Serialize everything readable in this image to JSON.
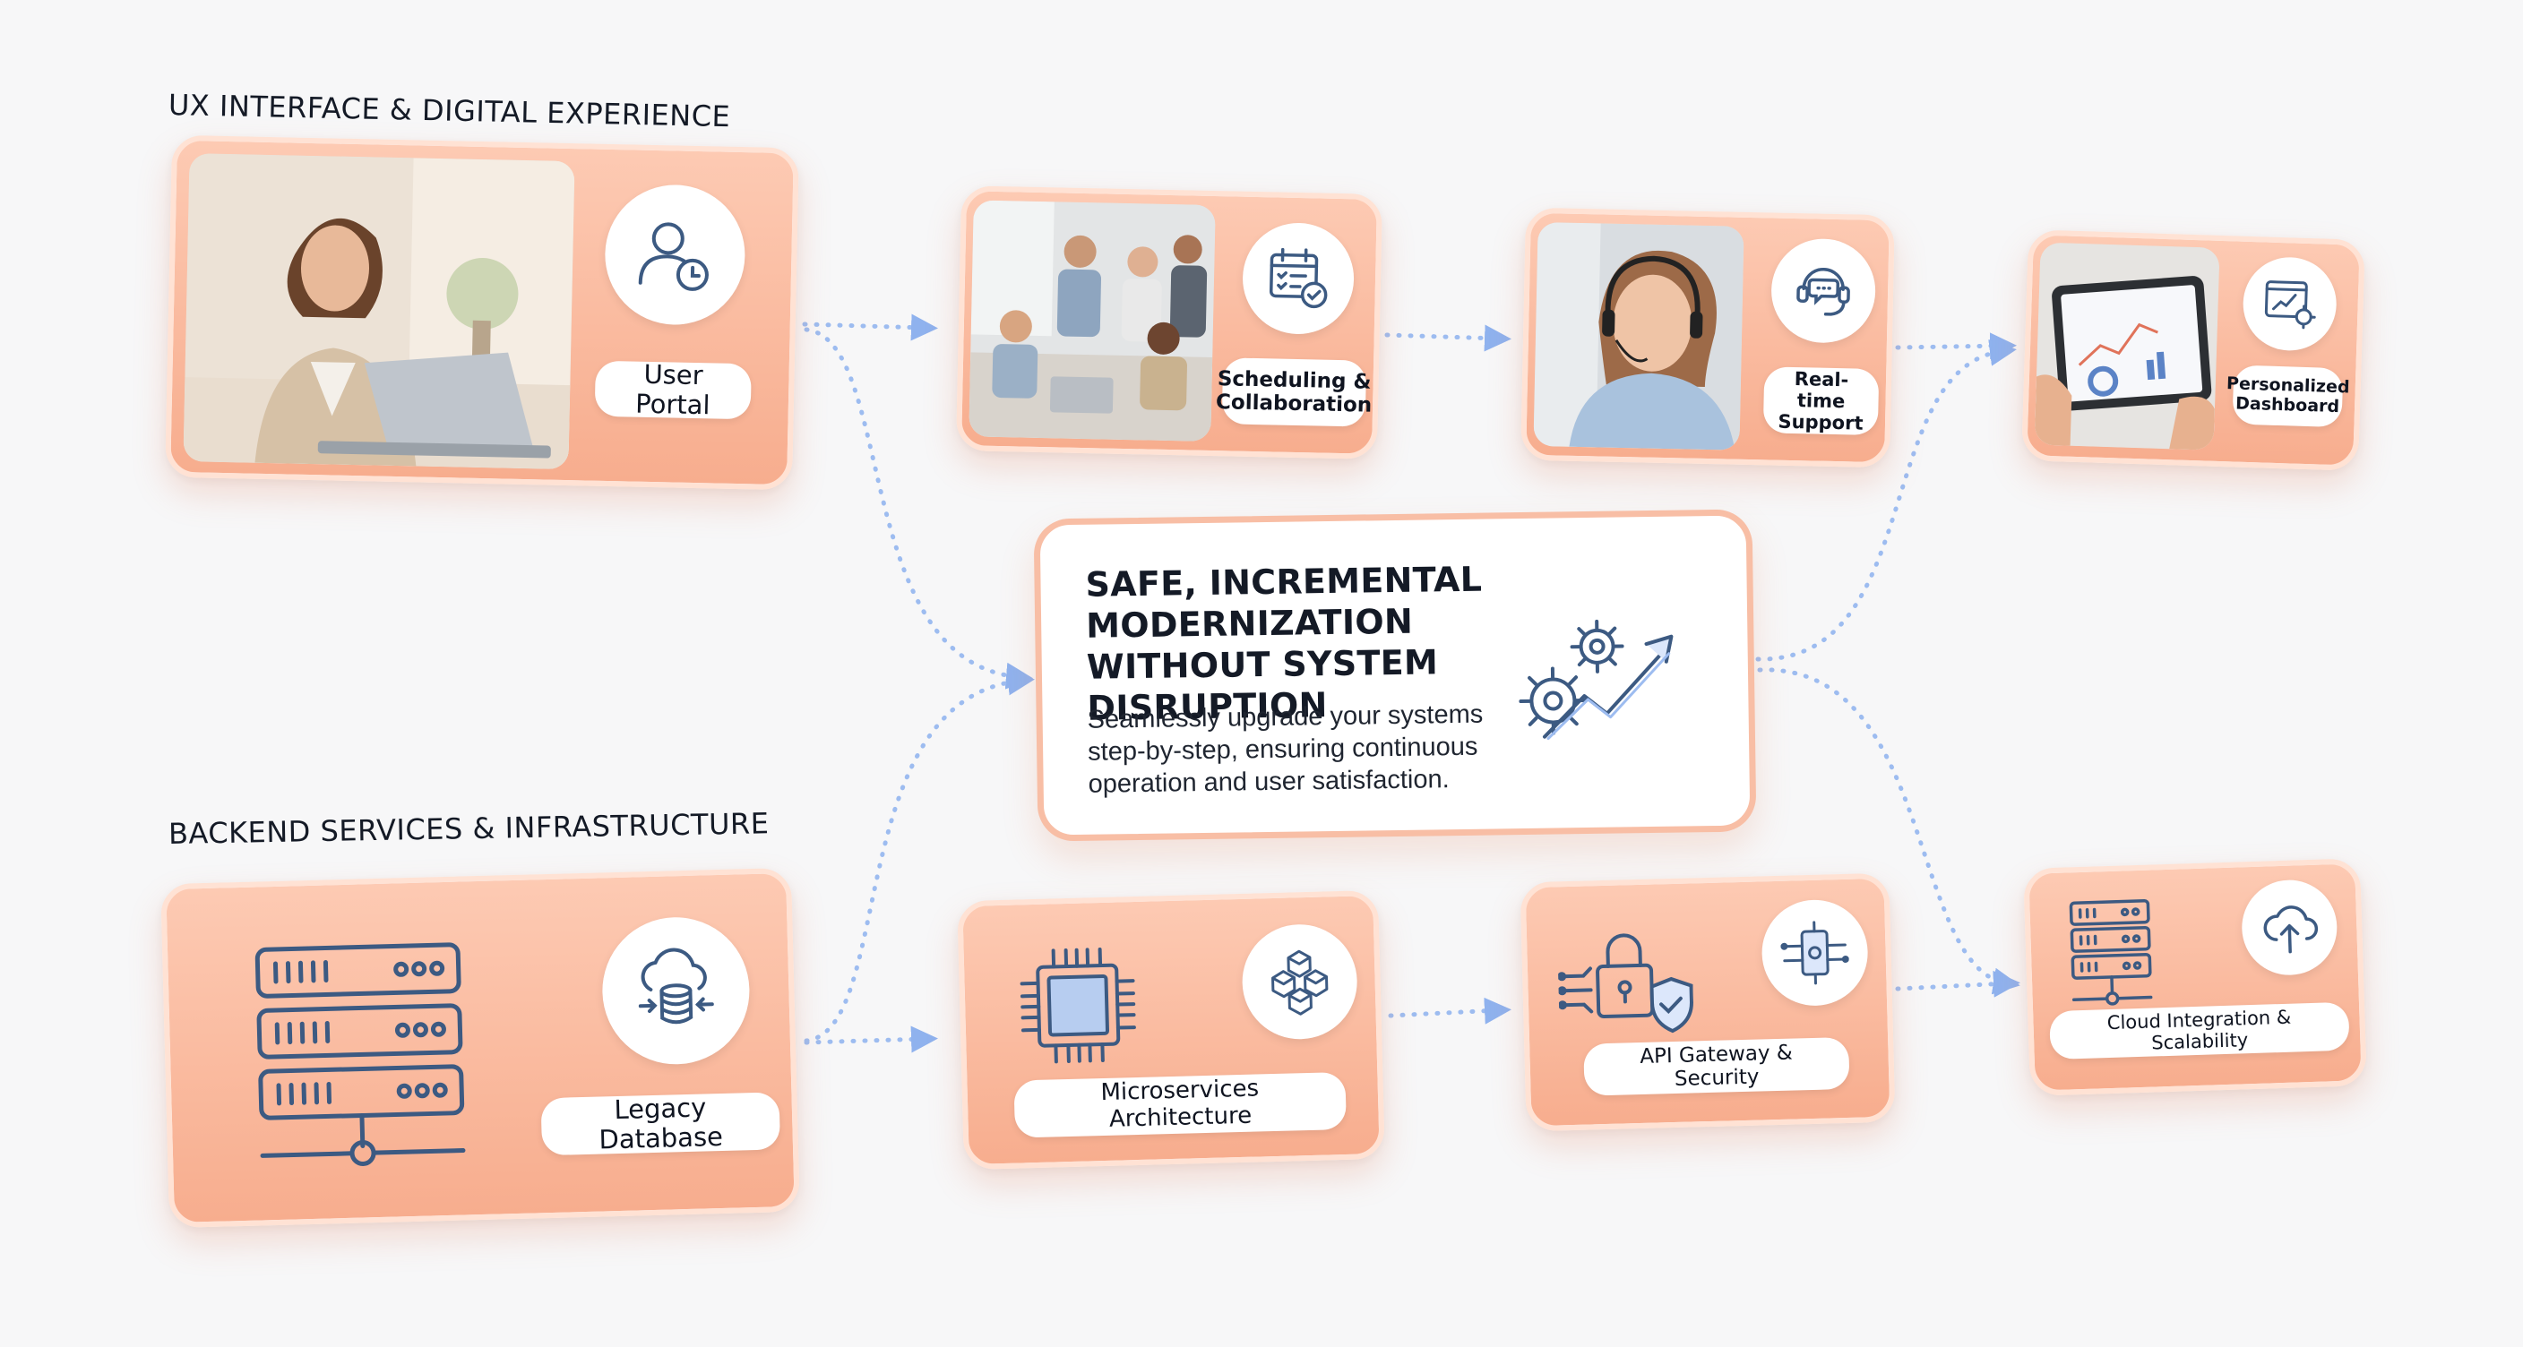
{
  "sections": {
    "frontend_title": "UX INTERFACE & DIGITAL EXPERIENCE",
    "backend_title": "BACKEND SERVICES & INFRASTRUCTURE"
  },
  "frontend": [
    {
      "id": "user_portal",
      "label": "User Portal",
      "icon": "user-clock-icon"
    },
    {
      "id": "scheduling",
      "label": "Scheduling & Collaboration",
      "icon": "calendar-check-icon"
    },
    {
      "id": "realtime",
      "label": "Real-time Support",
      "icon": "chat-headset-icon"
    },
    {
      "id": "dashboard",
      "label": "Personalized Dashboard",
      "icon": "chart-gear-icon"
    }
  ],
  "backend": [
    {
      "id": "legacy_db",
      "label": "Legacy Database",
      "icon": "cloud-database-icon"
    },
    {
      "id": "microservices",
      "label": "Microservices Architecture",
      "icon": "cubes-network-icon"
    },
    {
      "id": "api_gateway",
      "label": "API Gateway & Security",
      "icon": "api-chip-icon"
    },
    {
      "id": "cloud",
      "label": "Cloud Integration & Scalability",
      "icon": "cloud-upload-icon"
    }
  ],
  "center": {
    "title": "SAFE, INCREMENTAL MODERNIZATION WITHOUT SYSTEM DISRUPTION",
    "description": "Seamlessly upgrade your systems step-by-step, ensuring continuous operation and user satisfaction.",
    "icon": "gears-growth-arrow-icon"
  },
  "colors": {
    "card_gradient_top": "#fdcab3",
    "card_gradient_bottom": "#f7ad8e",
    "card_border": "#ffe2d4",
    "connector": "#9dbcf0",
    "icon_stroke": "#3c5a82"
  }
}
